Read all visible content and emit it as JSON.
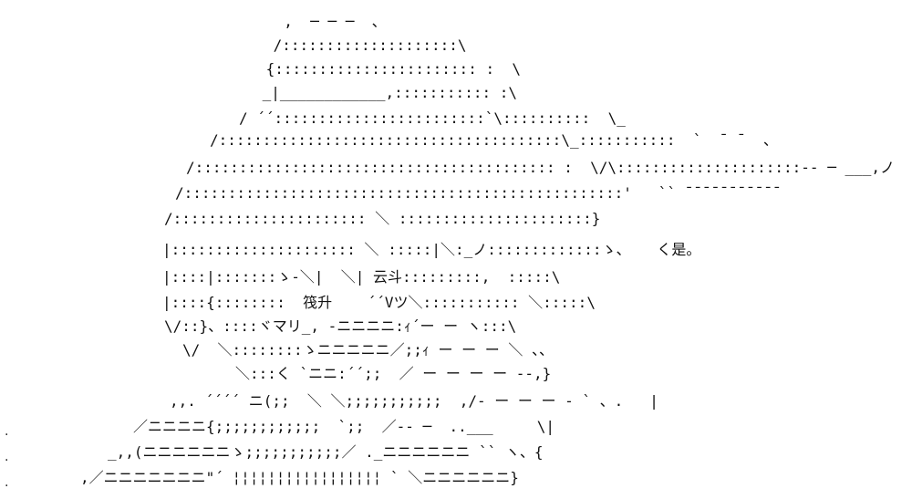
{
  "art": {
    "lines": [
      "  ,  ─ ─ ─  、",
      " /::::::::::::::::::::\\",
      " {::::::::::::::::::::::: :  \\",
      " _|____________,::::::::::: :\\",
      "/ ´´::::::::::::::::::::::::`\\::::::::::  \\_",
      "/:::::::::::::::::::::::::::::::::::::::\\_:::::::::::  `  ¯ ¯  、",
      "/::::::::::::::::::::::::::::::::::::::::: :  \\/\\:::::::::::::::::::::‐‐ ─ ___,ノ",
      "/::::::::::::::::::::::::::::::::::::::::::::::::::'   `` ¯¯¯¯¯¯¯¯¯¯¯",
      "/:::::::::::::::::::::: ＼ ::::::::::::::::::::::}",
      "|::::::::::::::::::::: ＼ :::::|＼:_ノ:::::::::::::ゝ、   く是。",
      "|::::|:::::::ゝ-＼|  ＼| 云斗:::::::::,  :::::\\",
      "|::::{::::::::  筏升    ´´Vツ＼::::::::::: ＼:::::\\",
      "\\/::}、::::ヾマリ_, ‐ニニニニ:ｨ´ー ー ヽ:::\\",
      "\\/  ＼::::::::ゝニニニニニ／;;ｨ ー ー ー ＼ 、、",
      "＼:::く `ニニ:´´;;  ／ ー ー ー ー ‐‐,}",
      ",,. ´´´´ ニ(;;  ＼ ＼;;;;;;;;;;;  ,/‐ ー ー ー ‐ ` 、.   |",
      "／ニニニニ{;;;;;;;;;;;;  `;;  ／‐‐ ─  ..___     \\|",
      "_,,(ニニニニニニゝ;;;;;;;;;;;／ ._ニニニニニニ `` ヽ、{",
      ",／ニニニニニニニ\"´ ¦¦¦¦¦¦¦¦¦¦¦¦¦¦¦¦¦ ` ＼ニニニニニニ}"
    ],
    "edge_dots": [
      ".",
      ".",
      "."
    ]
  }
}
